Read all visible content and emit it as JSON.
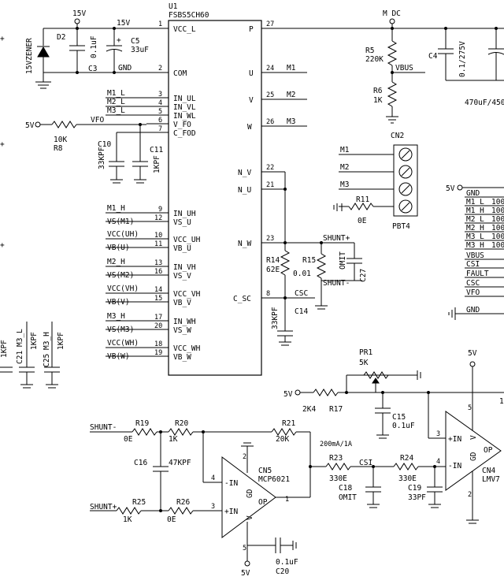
{
  "u1": {
    "ref": "U1",
    "part": "FSBS5CH60",
    "left_pins": [
      {
        "num": "1",
        "name": "VCC_L"
      },
      {
        "num": "2",
        "name": "COM"
      },
      {
        "num": "3",
        "name": "IN_UL"
      },
      {
        "num": "4",
        "name": "IN_VL"
      },
      {
        "num": "5",
        "name": "IN_WL"
      },
      {
        "num": "6",
        "name": "V_FO"
      },
      {
        "num": "7",
        "name": "C_FOD"
      },
      {
        "num": "9",
        "name": "IN_UH"
      },
      {
        "num": "12",
        "name": "VS_U"
      },
      {
        "num": "10",
        "name": "VCC_UH"
      },
      {
        "num": "11",
        "name": "VB_U"
      },
      {
        "num": "13",
        "name": "IN_VH"
      },
      {
        "num": "16",
        "name": "VS_V"
      },
      {
        "num": "14",
        "name": "VCC_VH"
      },
      {
        "num": "15",
        "name": "VB_V"
      },
      {
        "num": "17",
        "name": "IN_WH"
      },
      {
        "num": "20",
        "name": "VS_W"
      },
      {
        "num": "18",
        "name": "VCC_WH"
      },
      {
        "num": "19",
        "name": "VB_W"
      }
    ],
    "right_pins": [
      {
        "num": "27",
        "name": "P"
      },
      {
        "num": "24",
        "name": "U"
      },
      {
        "num": "25",
        "name": "V"
      },
      {
        "num": "26",
        "name": "W"
      },
      {
        "num": "22",
        "name": "N_V"
      },
      {
        "num": "21",
        "name": "N_U"
      },
      {
        "num": "23",
        "name": "N_W"
      },
      {
        "num": "8",
        "name": "C_SC"
      }
    ]
  },
  "left_nets": [
    "M1_L",
    "M2_L",
    "M3_L",
    "VFO",
    "M1_H",
    "VS(M1)",
    "VCC(UH)",
    "VB(U)",
    "M2_H",
    "VS(M2)",
    "VCC(VH)",
    "VB(V)",
    "M3_H",
    "VS(M3)",
    "VCC(WH)",
    "VB(W)"
  ],
  "right_nets": [
    "M1",
    "M2",
    "M3",
    "SHUNT+",
    "SHUNT-",
    "CSC",
    "VBUS"
  ],
  "power": {
    "v15": "15V",
    "mdc": "M DC",
    "v5": "5V"
  },
  "parts": {
    "d2": "D2",
    "zener": "15VZENER",
    "c3": "C3",
    "c3_val": "0.1uF",
    "c5": "C5",
    "c5_val": "33uF",
    "gnd": "GND",
    "r8": "R8",
    "r8_val": "10K",
    "c10": "C10",
    "c10_val": "33KPF",
    "c11": "C11",
    "c11_val": "1KPF",
    "r5": "R5",
    "r5_val": "220K",
    "r6": "R6",
    "r6_val": "1K",
    "c4": "C4",
    "c4_val": "0.1/275V",
    "c_bulk": "470uF/450V",
    "r14": "R14",
    "r14_val": "62E",
    "r15": "R15",
    "r15_val": "0.01",
    "c27": "C27",
    "c27_val": "OMIT",
    "c14": "C14",
    "c14_val": "33KPF",
    "r11": "R11",
    "r11_val": "0E",
    "cn2": "CN2",
    "cn2_part": "PBT4",
    "c21": "C21",
    "c21_net": "M3_L",
    "c25": "C25",
    "c25_net": "M3_H",
    "c_kpf": "1KPF",
    "pr1": "PR1",
    "pr1_val": "5K",
    "r17": "R17",
    "r17_val": "2K4",
    "c15": "C15",
    "c15_val": "0.1uF",
    "r19": "R19",
    "r19_val": "0E",
    "r20": "R20",
    "r20_val": "1K",
    "r21": "R21",
    "r21_val": "20K",
    "c16": "C16",
    "c16_val": "47KPF",
    "r25": "R25",
    "r25_val": "1K",
    "r26": "R26",
    "r26_val": "0E",
    "cn5": "CN5",
    "cn5_part": "MCP6021",
    "r23": "R23",
    "r23_val": "330E",
    "r24": "R24",
    "r24_val": "330E",
    "csi": "CSI",
    "c18": "C18",
    "c18_val": "OMIT",
    "c19": "C19",
    "c19_val": "33PF",
    "c20": "C20",
    "c20_val": "0.1uF",
    "cn4": "CN4",
    "cn4_part": "LMV7",
    "range_note": "200mA/1A",
    "n_1k": "1K"
  },
  "opamp_pins": {
    "in_minus": "-IN",
    "in_plus": "+IN",
    "op": "OP",
    "gd": "GD",
    "v": "V"
  },
  "connector_lines": [
    {
      "label": "GND",
      "value": ""
    },
    {
      "label": "M1_L",
      "value": "100"
    },
    {
      "label": "M1_H",
      "value": "100"
    },
    {
      "label": "M2_L",
      "value": "100"
    },
    {
      "label": "M2_H",
      "value": "100"
    },
    {
      "label": "M3_L",
      "value": "100"
    },
    {
      "label": "M3_H",
      "value": "100"
    },
    {
      "label": "VBUS",
      "value": ""
    },
    {
      "label": "CSI",
      "value": ""
    },
    {
      "label": "FAULT",
      "value": ""
    },
    {
      "label": "CSC",
      "value": ""
    },
    {
      "label": "VFO",
      "value": ""
    },
    {
      "label": "GND",
      "value": ""
    }
  ]
}
